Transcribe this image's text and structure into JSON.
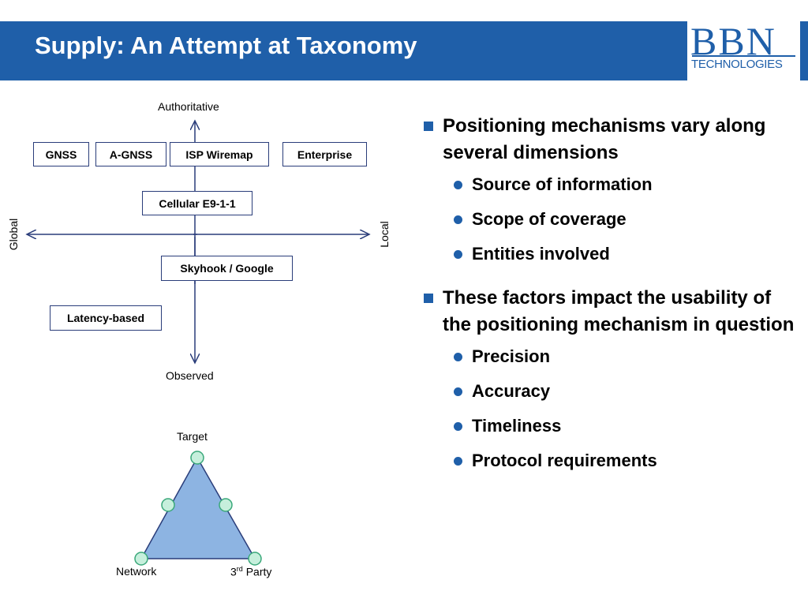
{
  "slide": {
    "title": "Supply: An Attempt at Taxonomy",
    "logo": {
      "main": "BBN",
      "sub": "TECHNOLOGIES"
    }
  },
  "taxonomy": {
    "axis_top": "Authoritative",
    "axis_bottom": "Observed",
    "axis_left": "Global",
    "axis_right": "Local",
    "boxes": {
      "gnss": "GNSS",
      "agnss": "A-GNSS",
      "isp": "ISP Wiremap",
      "enterprise": "Enterprise",
      "cellular": "Cellular E9-1-1",
      "skyhook": "Skyhook / Google",
      "latency": "Latency-based"
    }
  },
  "triangle": {
    "top": "Target",
    "left": "Network",
    "right_pre": "3",
    "right_sup": "rd",
    "right_post": " Party"
  },
  "bullets": {
    "b1": "Positioning mechanisms vary along several dimensions",
    "b1_subs": [
      "Source of information",
      "Scope of coverage",
      "Entities involved"
    ],
    "b2": "These factors impact the usability of the positioning mechanism in question",
    "b2_subs": [
      "Precision",
      "Accuracy",
      "Timeliness",
      "Protocol requirements"
    ]
  },
  "colors": {
    "header": "#1f5fa9",
    "triangle_fill": "#8db4e2",
    "node_fill": "#c6efdc"
  }
}
